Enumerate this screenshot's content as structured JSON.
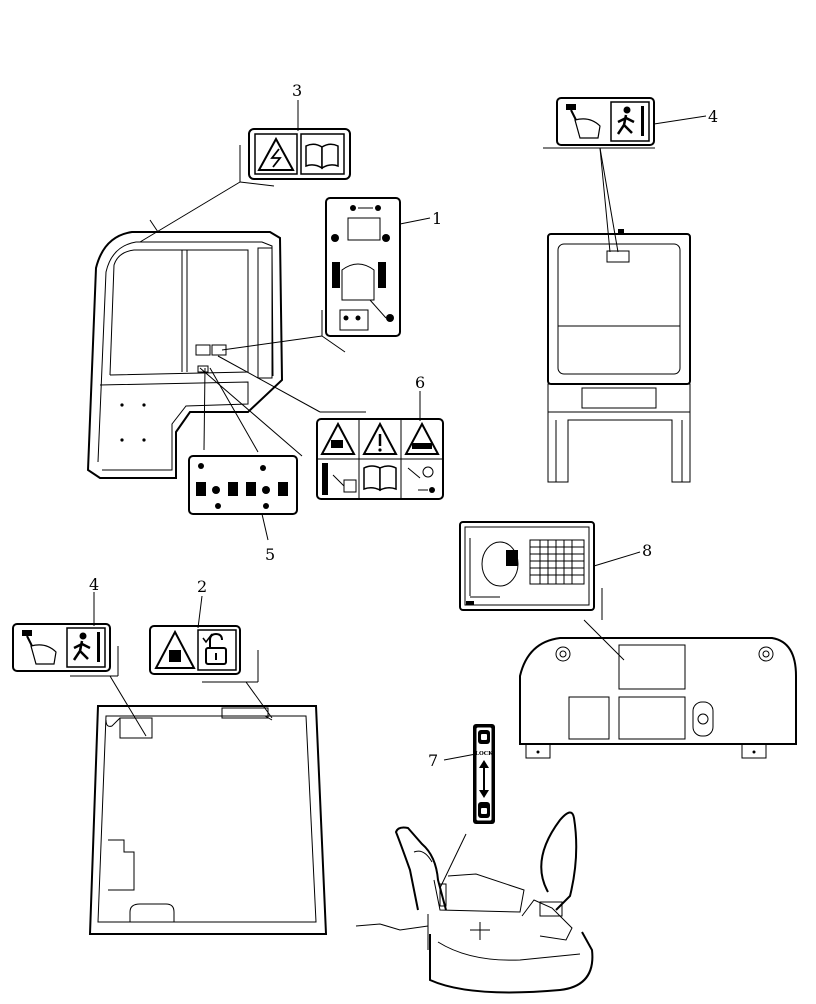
{
  "callouts": {
    "c1": "1",
    "c2": "2",
    "c3": "3",
    "c4_cab_rear": "4",
    "c4_roof": "4",
    "c5": "5",
    "c6": "6",
    "c7": "7",
    "c8": "8"
  },
  "decal_text": {
    "lock_label": "LOCK"
  },
  "icons": {
    "decal_3": [
      "electric-shock-warning-icon",
      "read-manual-icon"
    ],
    "decal_4": [
      "hammer-icon",
      "emergency-exit-icon"
    ],
    "decal_2": [
      "crush-hazard-warning-icon",
      "lock-open-icon"
    ],
    "decal_6": [
      "overturn-warning-icon",
      "general-warning-icon",
      "crush-warning-icon",
      "keep-distance-icon",
      "read-manual-icon",
      "safety-lever-icon"
    ],
    "decal_7": [
      "lock-icon",
      "double-arrow-icon",
      "unlock-icon"
    ]
  }
}
